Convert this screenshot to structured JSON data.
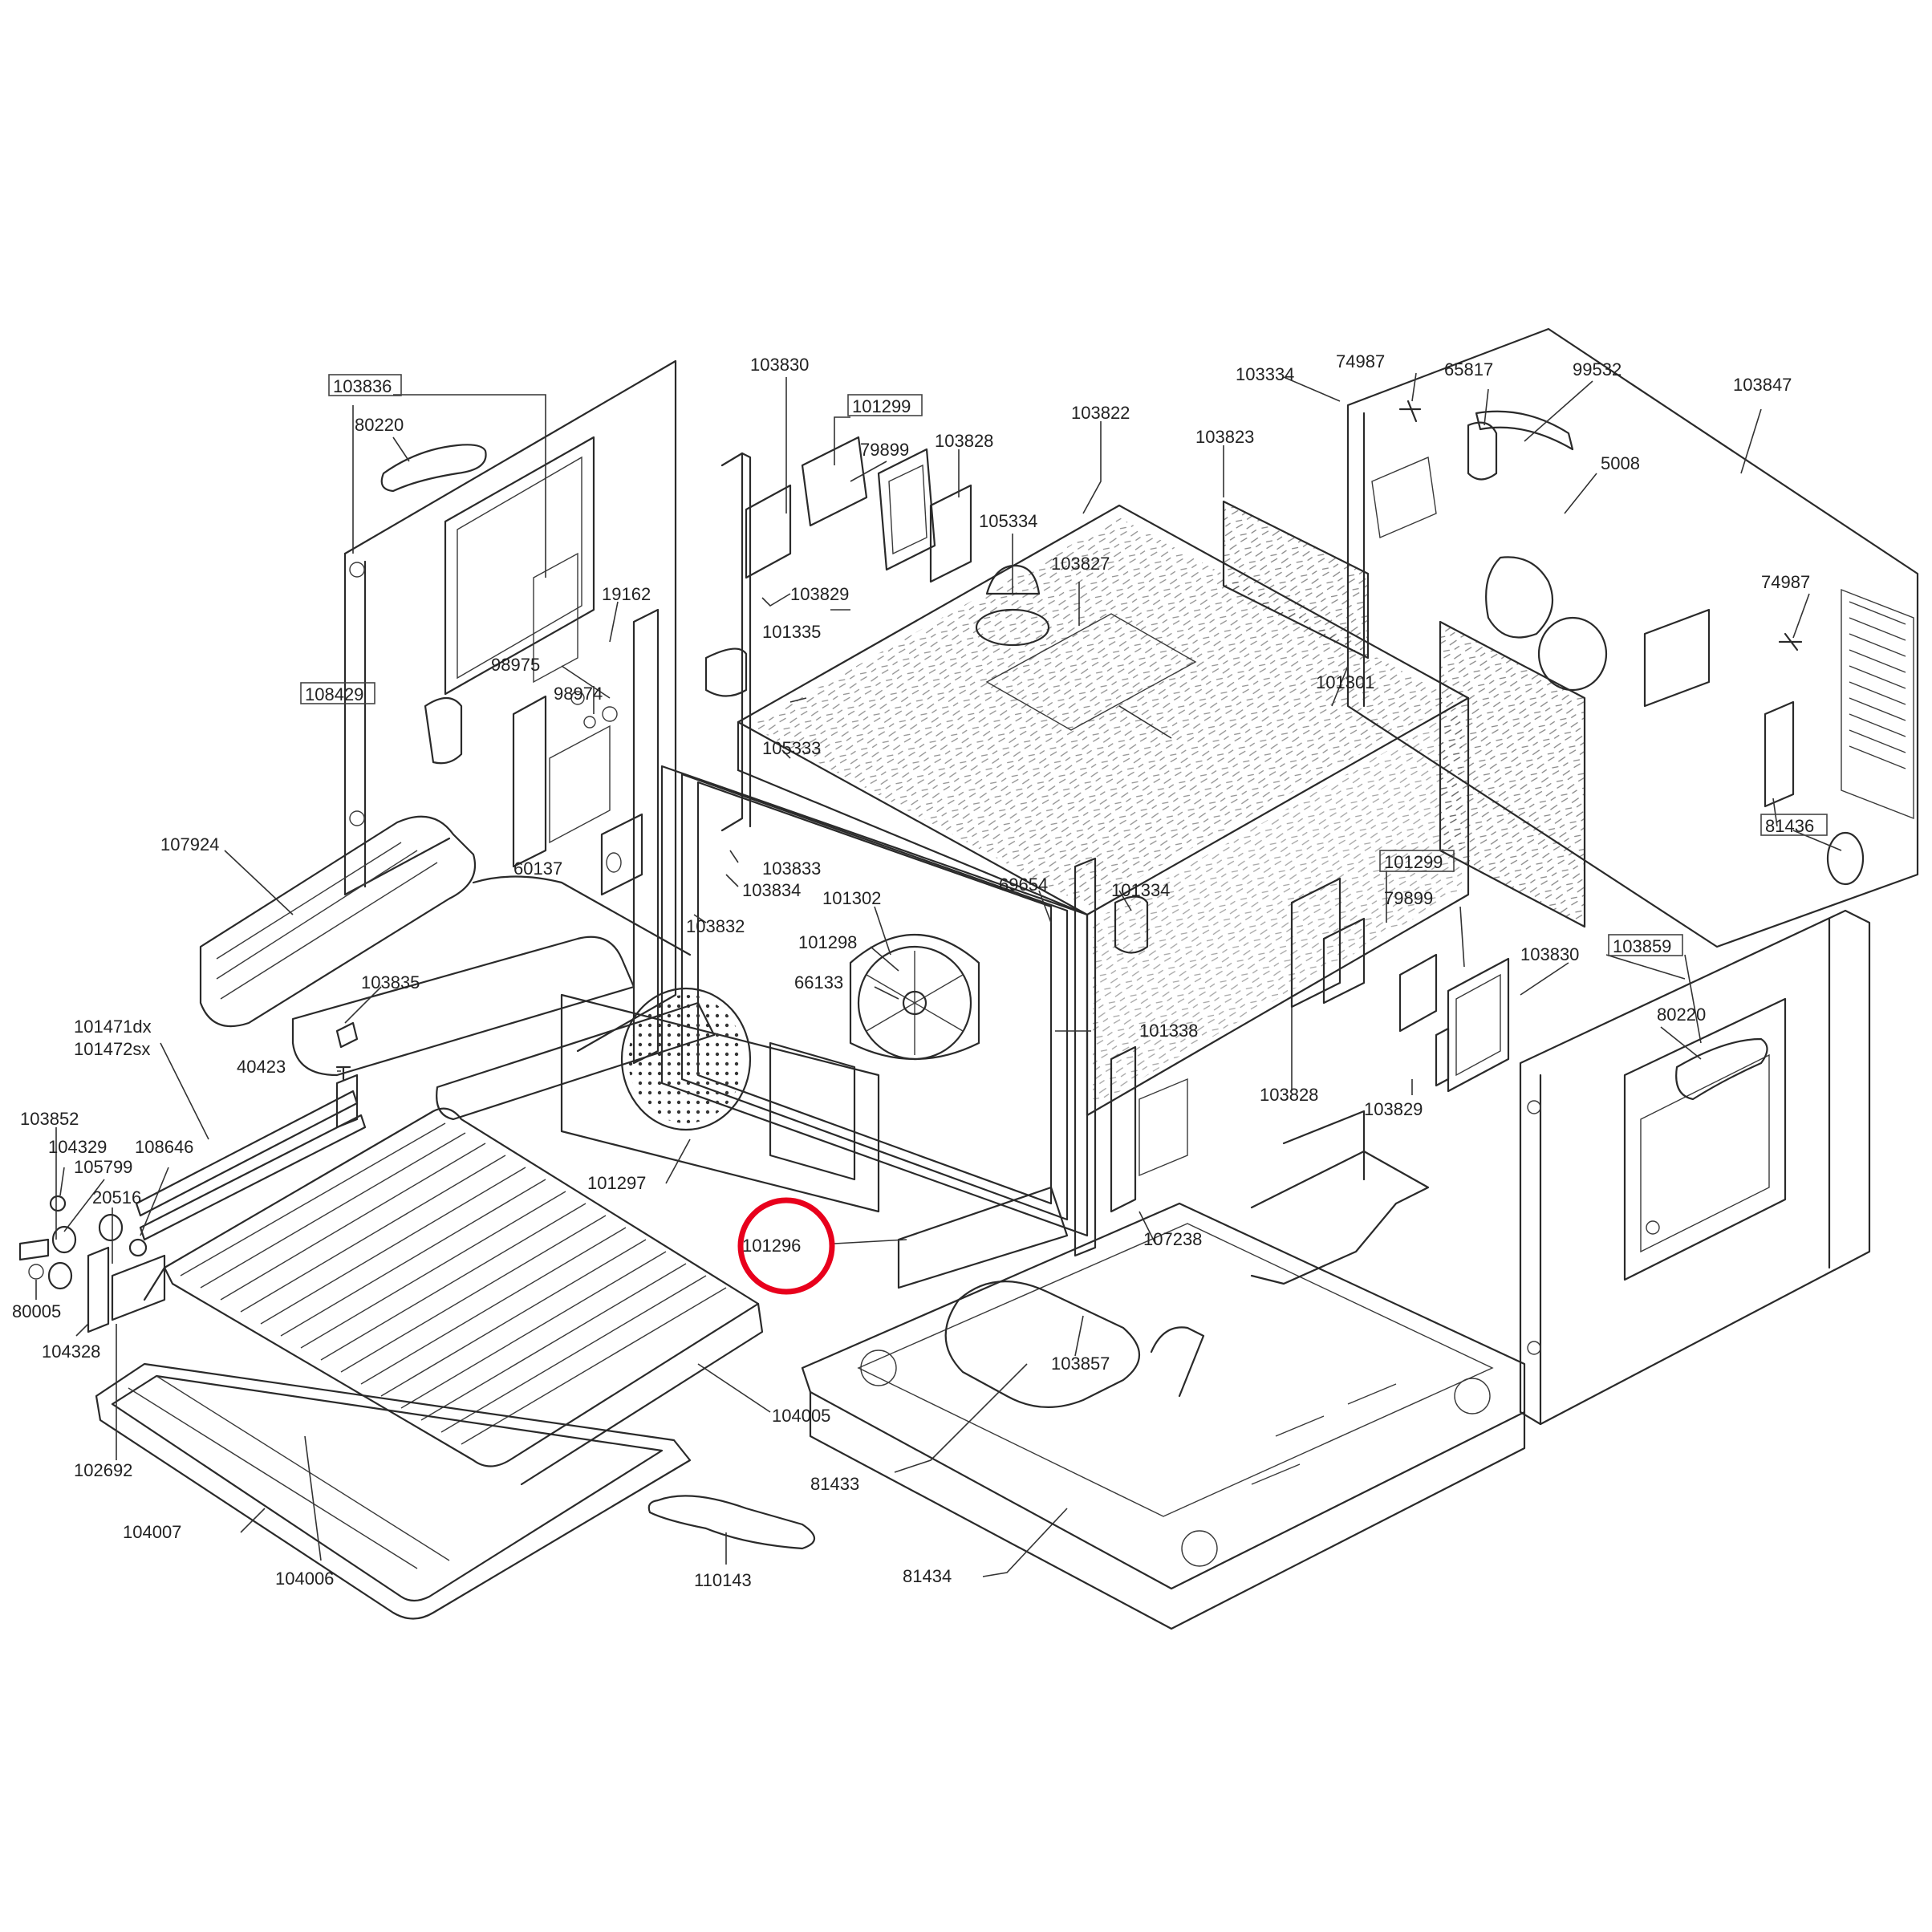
{
  "highlight": {
    "label": "101296",
    "color": "#e8001c"
  },
  "labels": [
    {
      "id": "l103836",
      "text": "103836",
      "boxed": true
    },
    {
      "id": "l80220a",
      "text": "80220"
    },
    {
      "id": "l103830a",
      "text": "103830"
    },
    {
      "id": "l101299a",
      "text": "101299",
      "boxed": true
    },
    {
      "id": "l79899a",
      "text": "79899"
    },
    {
      "id": "l103828a",
      "text": "103828"
    },
    {
      "id": "l103822",
      "text": "103822"
    },
    {
      "id": "l103334",
      "text": "103334"
    },
    {
      "id": "l74987a",
      "text": "74987"
    },
    {
      "id": "l65817",
      "text": "65817"
    },
    {
      "id": "l99532",
      "text": "99532"
    },
    {
      "id": "l103847",
      "text": "103847"
    },
    {
      "id": "l103823",
      "text": "103823"
    },
    {
      "id": "l5008",
      "text": "5008"
    },
    {
      "id": "l105334",
      "text": "105334"
    },
    {
      "id": "l103827",
      "text": "103827"
    },
    {
      "id": "l103829a",
      "text": "103829"
    },
    {
      "id": "l19162",
      "text": "19162"
    },
    {
      "id": "l101335",
      "text": "101335"
    },
    {
      "id": "l74987b",
      "text": "74987"
    },
    {
      "id": "l98975",
      "text": "98975"
    },
    {
      "id": "l98974",
      "text": "98974"
    },
    {
      "id": "l108429",
      "text": "108429",
      "boxed": true
    },
    {
      "id": "l101301",
      "text": "101301"
    },
    {
      "id": "l105333",
      "text": "105333"
    },
    {
      "id": "l81436",
      "text": "81436",
      "boxed": true
    },
    {
      "id": "l107924",
      "text": "107924"
    },
    {
      "id": "l60137",
      "text": "60137"
    },
    {
      "id": "l103833",
      "text": "103833"
    },
    {
      "id": "l103834",
      "text": "103834"
    },
    {
      "id": "l69654",
      "text": "69654"
    },
    {
      "id": "l101334",
      "text": "101334"
    },
    {
      "id": "l101299b",
      "text": "101299",
      "boxed": true
    },
    {
      "id": "l101302",
      "text": "101302"
    },
    {
      "id": "l79899b",
      "text": "79899"
    },
    {
      "id": "l103832",
      "text": "103832"
    },
    {
      "id": "l101298",
      "text": "101298"
    },
    {
      "id": "l103830b",
      "text": "103830"
    },
    {
      "id": "l103859",
      "text": "103859",
      "boxed": true
    },
    {
      "id": "l66133",
      "text": "66133"
    },
    {
      "id": "l103835",
      "text": "103835"
    },
    {
      "id": "l80220b",
      "text": "80220"
    },
    {
      "id": "l101471",
      "text": "101471dx"
    },
    {
      "id": "l101472",
      "text": "101472sx"
    },
    {
      "id": "l101338",
      "text": "101338"
    },
    {
      "id": "l40423",
      "text": "40423"
    },
    {
      "id": "l103828b",
      "text": "103828"
    },
    {
      "id": "l103829b",
      "text": "103829"
    },
    {
      "id": "l103852",
      "text": "103852"
    },
    {
      "id": "l104329",
      "text": "104329"
    },
    {
      "id": "l108646",
      "text": "108646"
    },
    {
      "id": "l105799",
      "text": "105799"
    },
    {
      "id": "l101297",
      "text": "101297"
    },
    {
      "id": "l20516",
      "text": "20516"
    },
    {
      "id": "l107238",
      "text": "107238"
    },
    {
      "id": "l101296",
      "text": "101296"
    },
    {
      "id": "l80005",
      "text": "80005"
    },
    {
      "id": "l104328",
      "text": "104328"
    },
    {
      "id": "l103857",
      "text": "103857"
    },
    {
      "id": "l104005",
      "text": "104005"
    },
    {
      "id": "l102692",
      "text": "102692"
    },
    {
      "id": "l81433",
      "text": "81433"
    },
    {
      "id": "l104007",
      "text": "104007"
    },
    {
      "id": "l104006",
      "text": "104006"
    },
    {
      "id": "l110143",
      "text": "110143"
    },
    {
      "id": "l81434",
      "text": "81434"
    }
  ]
}
